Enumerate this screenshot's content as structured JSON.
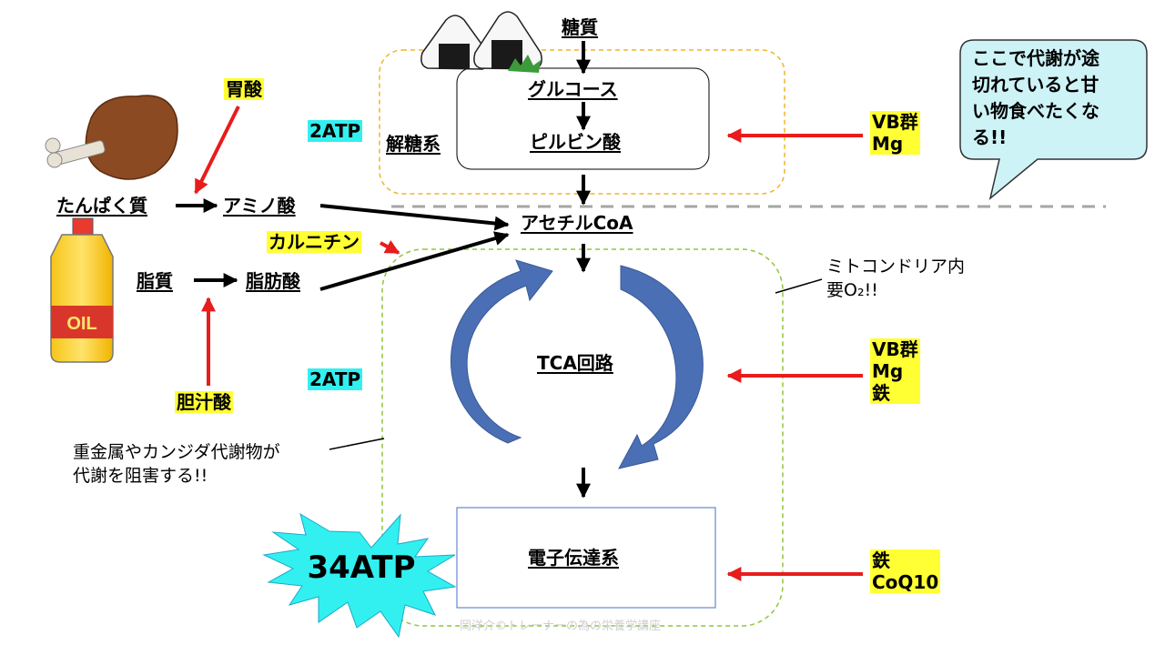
{
  "glycolysis": {
    "sugar": "糖質",
    "glucose": "グルコース",
    "pyruvate": "ピルビン酸",
    "system": "解糖系",
    "atp": "2ATP"
  },
  "protein": {
    "protein": "たんぱく質",
    "amino_acid": "アミノ酸",
    "stomach_acid": "胃酸"
  },
  "fat": {
    "fat": "脂質",
    "fatty_acid": "脂肪酸",
    "bile_acid": "胆汁酸",
    "carnitine": "カルニチン",
    "oil_label": "OIL"
  },
  "acetyl_coa": "アセチルCoA",
  "tca": {
    "cycle": "TCA回路",
    "atp": "2ATP",
    "mito_note": "ミトコンドリア内\n要O₂!!"
  },
  "etc": {
    "system": "電子伝達系",
    "atp": "34ATP"
  },
  "nutrients": {
    "glycolysis": "VB群\nMg",
    "tca": "VB群\nMg\n鉄",
    "etc": "鉄\nCoQ10"
  },
  "notes": {
    "bubble": "ここで代謝が途\n切れていると甘\nい物食べたくな\nる!!",
    "inhibit": "重金属やカンジダ代謝物が\n代謝を阻害する!!"
  },
  "footer": "岡洋介©トレーナーの為の栄養学講座",
  "colors": {
    "highlight_yellow": "#ffff33",
    "highlight_cyan": "#33f0f0",
    "arrow_red": "#e81c1c",
    "cycle_blue": "#4a6fb5",
    "glycolysis_border": "#f0b429",
    "mito_border": "#8dc63f",
    "divider": "#a6a6a6"
  },
  "icons": [
    "rice-ball-icon",
    "chicken-leg-icon",
    "oil-bottle-icon",
    "starburst-icon",
    "speech-bubble-icon"
  ]
}
